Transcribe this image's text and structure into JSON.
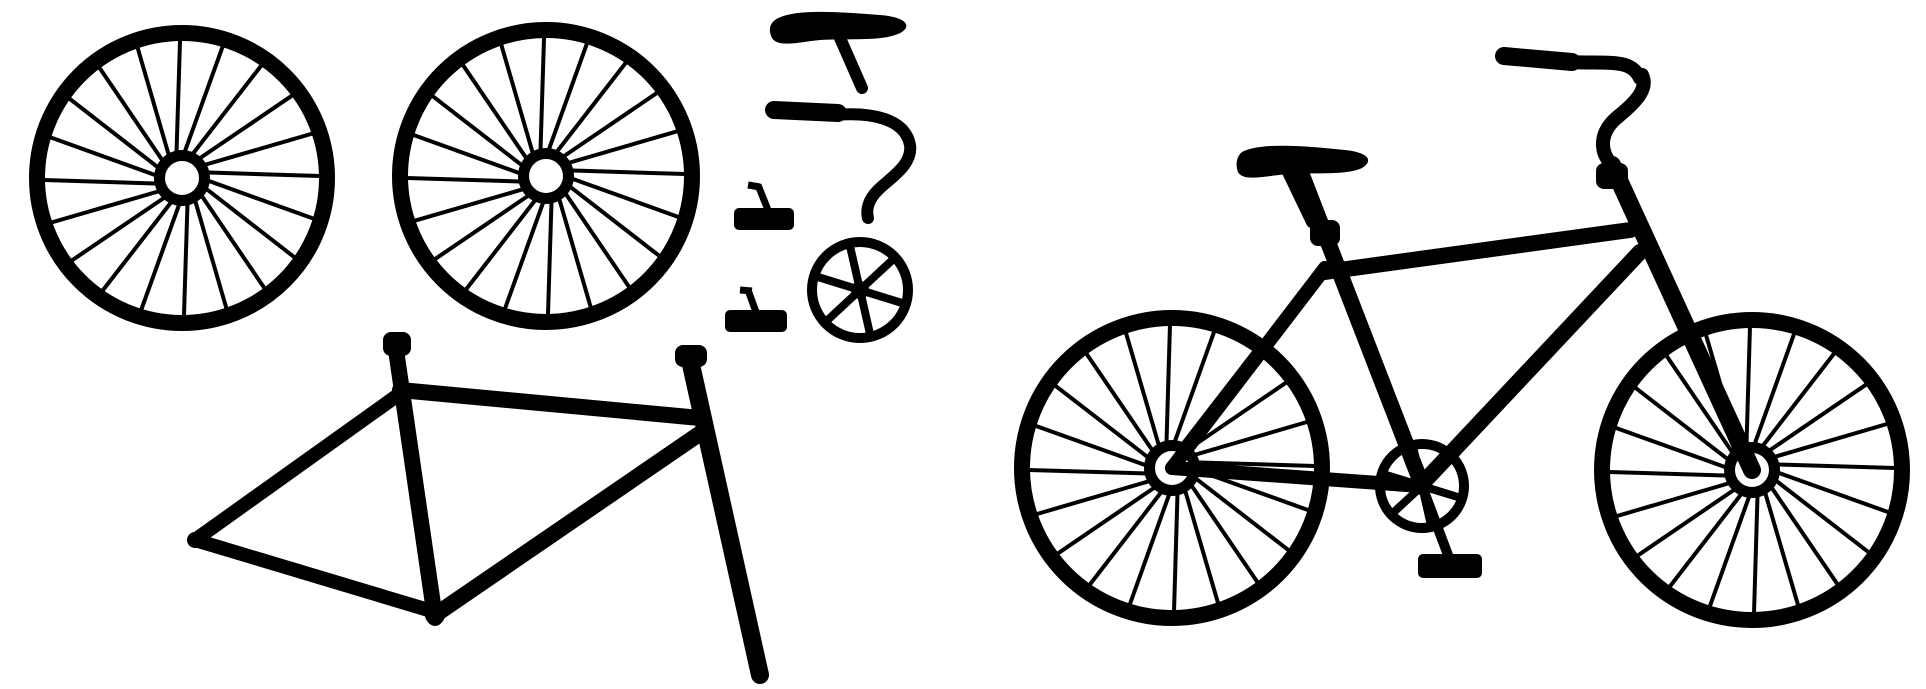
{
  "colors": {
    "ink": "#000000",
    "background": "#ffffff"
  },
  "parts": {
    "wheel_spokes": 20,
    "sprocket_spokes": 6,
    "items": [
      {
        "name": "front-wheel",
        "icon": "wheel-icon"
      },
      {
        "name": "rear-wheel",
        "icon": "wheel-icon"
      },
      {
        "name": "saddle",
        "icon": "saddle-icon"
      },
      {
        "name": "handlebar",
        "icon": "handlebar-icon"
      },
      {
        "name": "pedal-1",
        "icon": "pedal-icon"
      },
      {
        "name": "pedal-2",
        "icon": "pedal-icon"
      },
      {
        "name": "chainring",
        "icon": "sprocket-icon"
      },
      {
        "name": "frame",
        "icon": "frame-icon"
      }
    ]
  },
  "assembled": {
    "icon": "bicycle-icon"
  }
}
